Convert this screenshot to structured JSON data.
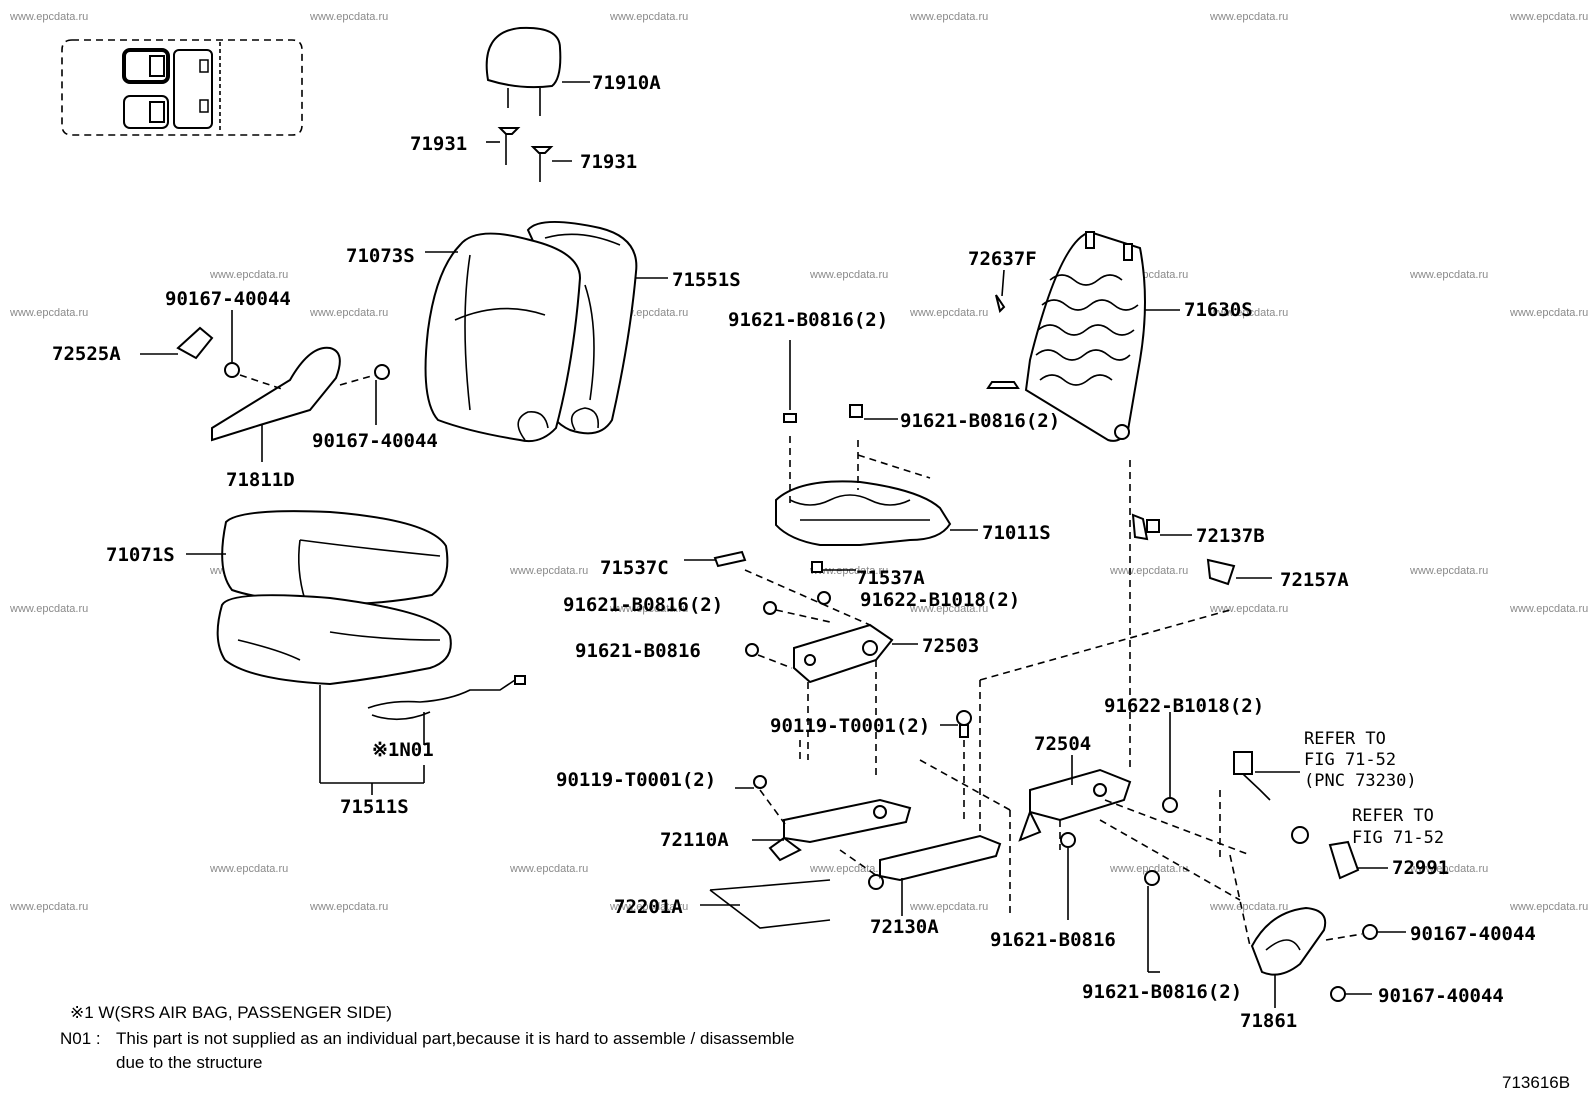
{
  "watermark": "www.epcdata.ru",
  "parts": {
    "p71910A": "71910A",
    "p71931a": "71931",
    "p71931b": "71931",
    "p71073S": "71073S",
    "p71551S": "71551S",
    "p72637F": "72637F",
    "p71630S": "71630S",
    "p90167a": "90167-40044",
    "p72525A": "72525A",
    "p90167b": "90167-40044",
    "p71811D": "71811D",
    "p91621a": "91621-B0816(2)",
    "p91621b": "91621-B0816(2)",
    "p71011S": "71011S",
    "p72137B": "72137B",
    "p71071S": "71071S",
    "p71537C": "71537C",
    "p71537A": "71537A",
    "p72157A": "72157A",
    "p91622a": "91622-B1018(2)",
    "p91621c": "91621-B0816(2)",
    "p72503": "72503",
    "p91621d": "91621-B0816",
    "p91622b": "91622-B1018(2)",
    "p90119a": "90119-T0001(2)",
    "pN01": "※1N01",
    "p72504": "72504",
    "p90119b": "90119-T0001(2)",
    "p71511S": "71511S",
    "p72110A": "72110A",
    "p72991": "72991",
    "p72201A": "72201A",
    "p72130A": "72130A",
    "p91621e": "91621-B0816",
    "p90167c": "90167-40044",
    "p91621f": "91621-B0816(2)",
    "p90167d": "90167-40044",
    "p71861": "71861"
  },
  "refer1": {
    "line1": "REFER TO",
    "line2": "FIG 71-52",
    "line3": "(PNC 73230)"
  },
  "refer2": {
    "line1": "REFER TO",
    "line2": "FIG 71-52"
  },
  "notes": {
    "note1": "※1 W(SRS AIR BAG, PASSENGER SIDE)",
    "note2_key": "N01 :",
    "note2_line1": "This part is not supplied as an individual part,because it is hard to assemble / disassemble",
    "note2_line2": "due to the structure"
  },
  "figure_code": "713616B"
}
